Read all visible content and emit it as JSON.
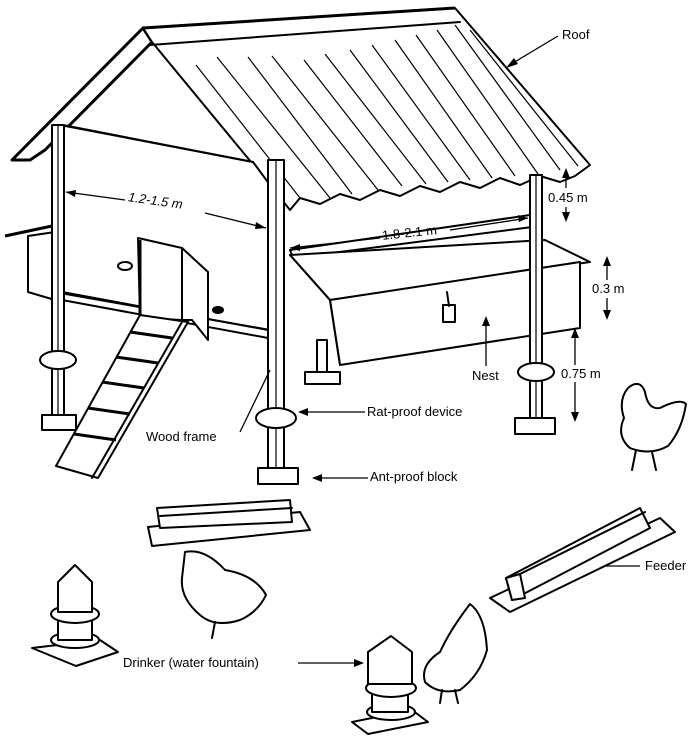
{
  "figure": {
    "subject": "Raised poultry house with equipment",
    "colors": {
      "ink": "#000000",
      "background": "#ffffff"
    }
  },
  "labels": {
    "roof": "Roof",
    "nest": "Nest",
    "wood_frame": "Wood frame",
    "rat_proof_device": "Rat-proof device",
    "ant_proof_block": "Ant-proof block",
    "feeder": "Feeder",
    "drinker": "Drinker (water fountain)"
  },
  "dimensions": {
    "house_depth": "1.2-1.5 m",
    "house_length": "1.8-2.1 m",
    "roof_overhang_gap": "0.45 m",
    "nest_height": "0.3 m",
    "floor_clearance": "0.75 m"
  }
}
